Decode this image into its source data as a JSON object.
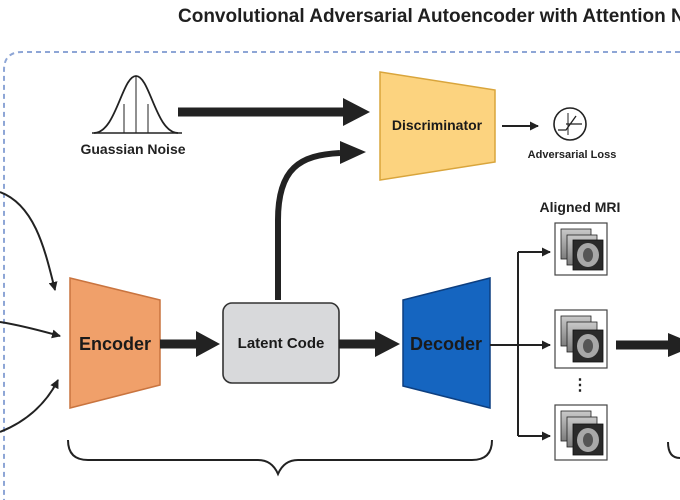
{
  "diagram": {
    "title": "Convolutional Adversarial Autoencoder with Attention N",
    "noise_label": "Guassian Noise",
    "discriminator_label": "Discriminator",
    "adversarial_loss_label": "Adversarial Loss",
    "encoder_label": "Encoder",
    "latent_code_label": "Latent Code",
    "decoder_label": "Decoder",
    "aligned_mri_label": "Aligned MRI",
    "ellipsis": "⋮"
  },
  "colors": {
    "encoder": "#f0a06a",
    "encoder_stroke": "#c9743f",
    "discriminator": "#fcd37f",
    "discriminator_stroke": "#d9a53c",
    "decoder": "#1565c0",
    "decoder_stroke": "#0d3f80",
    "latent": "#d8d9db",
    "latent_stroke": "#333333",
    "dashed_border": "#8ea6d6",
    "arrow": "#222222"
  },
  "icons": {
    "noise": "gaussian-curve-icon",
    "loss": "loss-curve-icon",
    "mri": "brain-mri-stack-icon"
  }
}
